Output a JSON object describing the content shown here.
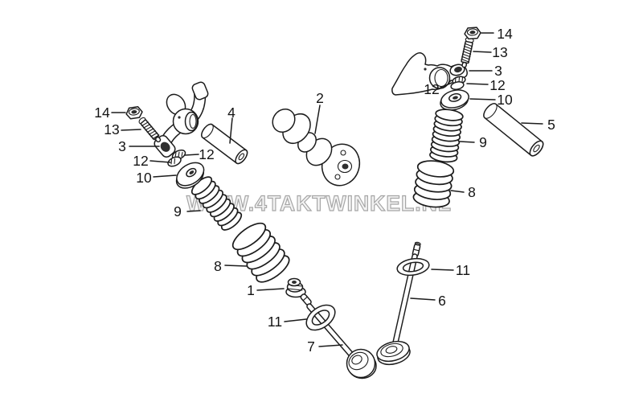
{
  "page": {
    "background": "#ffffff",
    "ink_color": "#1c1c1c"
  },
  "watermark": {
    "text": "WWW.4TAKTWINKEL.NL",
    "outline_color": "#a6a6a6"
  },
  "callouts": {
    "left_nut": "14",
    "left_screw": "13",
    "left_rocker": "3",
    "left_keeper_right": "12",
    "left_keeper_left": "12",
    "left_retainer": "10",
    "left_shaft": "4",
    "camshaft": "2",
    "right_nut": "14",
    "right_screw": "13",
    "right_rocker": "3",
    "right_keeper_right": "12",
    "right_keeper_left": "12",
    "right_retainer": "10",
    "right_shaft": "5",
    "right_inner_spring": "9",
    "right_outer_spring": "8",
    "left_inner_spring": "9",
    "left_outer_spring": "8",
    "valve_seal": "1",
    "left_spring_seat": "11",
    "left_valve": "7",
    "right_spring_seat": "11",
    "right_valve": "6"
  }
}
